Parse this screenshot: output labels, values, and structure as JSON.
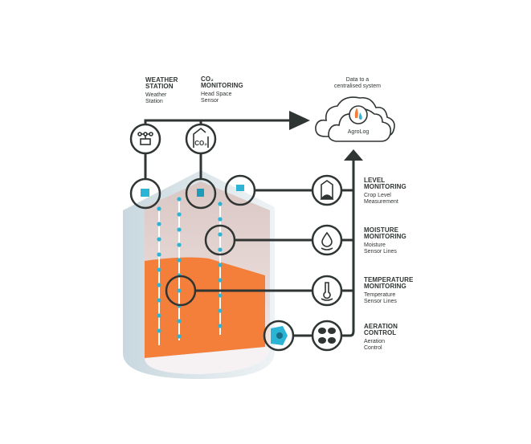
{
  "top_labels": [
    {
      "title": "WEATHER STATION",
      "sub1": "Weather",
      "sub2": "Station"
    },
    {
      "title": "CO₂",
      "title2": "MONITORING",
      "sub1": "Head Space",
      "sub2": "Sensor"
    }
  ],
  "cloud": {
    "caption1": "Data to a",
    "caption2": "centralised system",
    "logo_text": "AgroLog"
  },
  "right_labels": [
    {
      "title1": "LEVEL",
      "title2": "MONITORING",
      "sub1": "Crop Level",
      "sub2": "Measurement"
    },
    {
      "title1": "MOISTURE",
      "title2": "MONITORING",
      "sub1": "Moisture",
      "sub2": "Sensor Lines"
    },
    {
      "title1": "TEMPERATURE",
      "title2": "MONITORING",
      "sub1": "Temperature",
      "sub2": "Sensor Lines"
    },
    {
      "title1": "AERATION",
      "title2": "CONTROL",
      "sub1": "Aeration",
      "sub2": "Control"
    }
  ],
  "icon_text": {
    "co2": "CO₂"
  },
  "colors": {
    "line": "#2f3533",
    "grain": "#f47f3b",
    "sensor": "#2bb4d6",
    "silo": "#dfe8ec"
  }
}
